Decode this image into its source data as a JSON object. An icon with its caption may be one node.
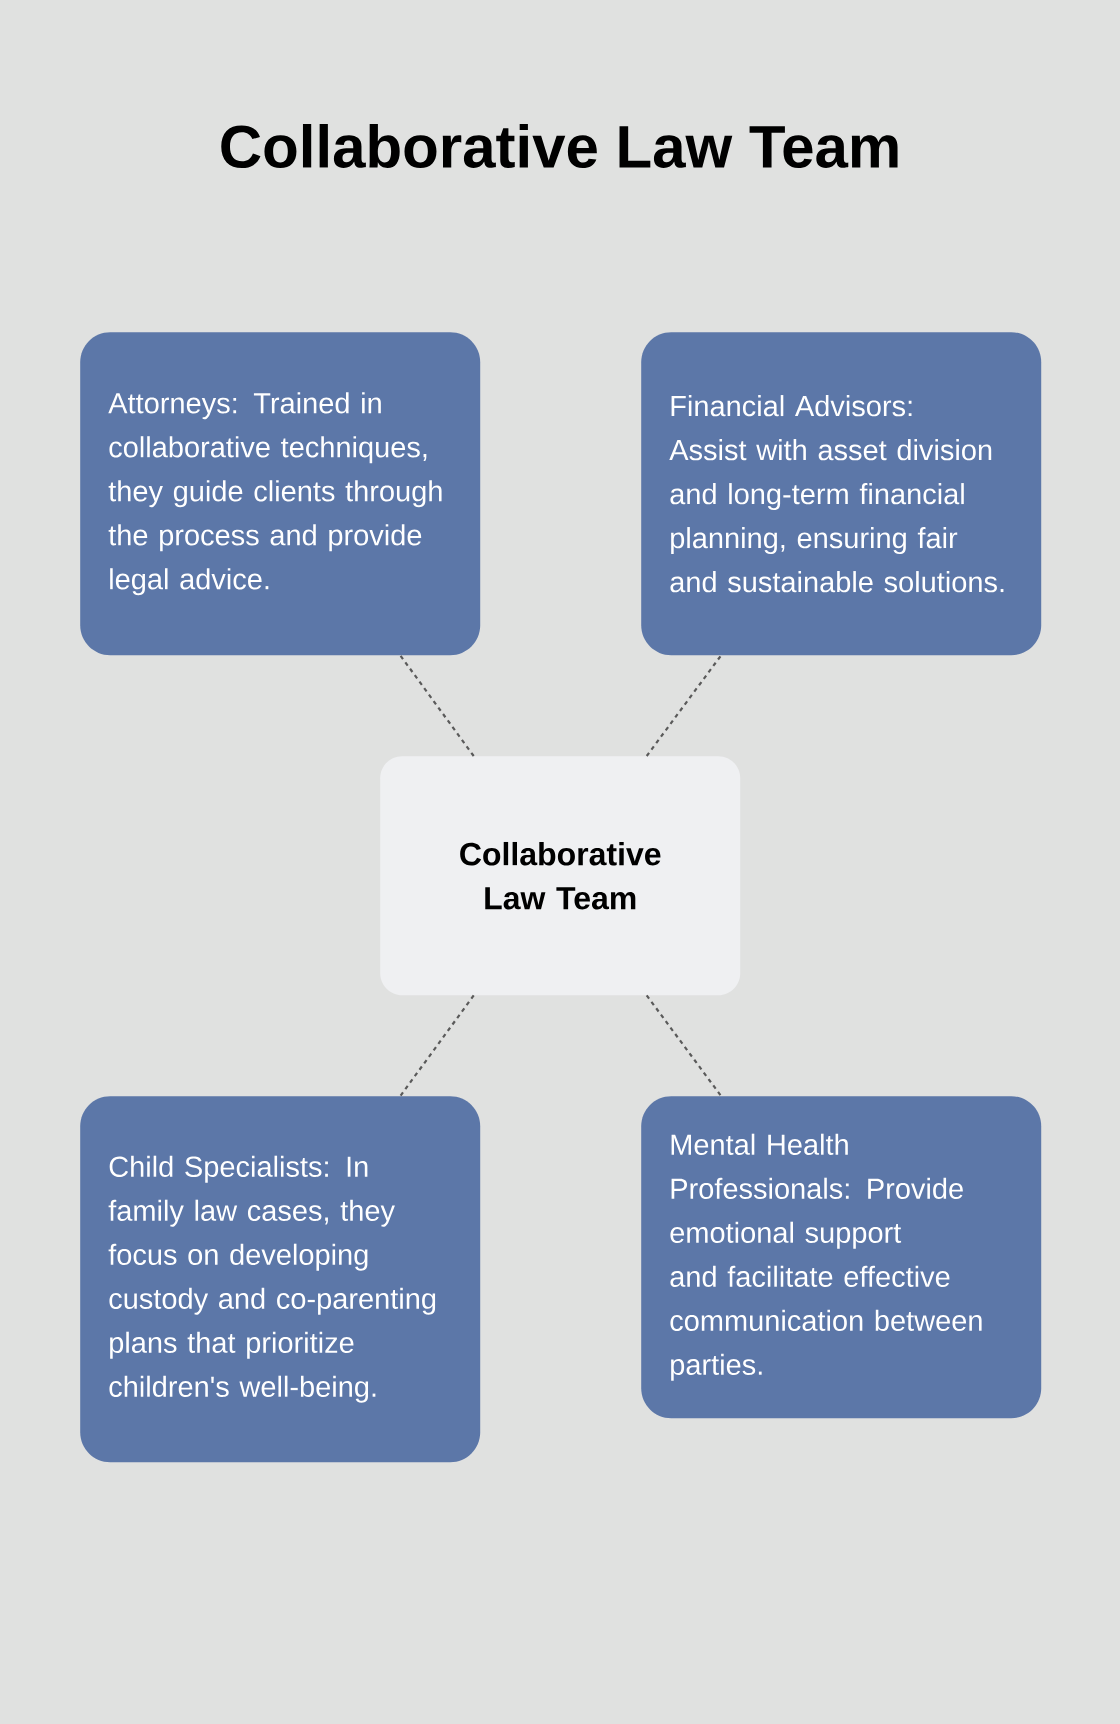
{
  "diagram": {
    "title": "Collaborative Law Team",
    "nodes": [
      {
        "text": [
          "Attorneys: Trained in collaborative techniques, they guide clients through the process and provide legal advice."
        ]
      },
      {
        "text": [
          "Financial Advisors: Assist with asset division and long-term financial planning, ensuring fair and sustainable solutions."
        ]
      },
      {
        "text": [
          "Collaborative Law Team"
        ]
      },
      {
        "text": [
          "Child Specialists: In family law cases, they focus on developing custody and co-parenting plans that prioritize children's well-being."
        ]
      },
      {
        "text": [
          "Mental Health Professionals: Provide emotional support and facilitate effective communication between parties."
        ]
      }
    ],
    "edges": [
      {
        "from": 2,
        "to": 0,
        "arrow": "none",
        "style": "dashed"
      },
      {
        "from": 2,
        "to": 1,
        "arrow": "none",
        "style": "dashed"
      },
      {
        "from": 2,
        "to": 3,
        "arrow": "none",
        "style": "dashed"
      },
      {
        "from": 2,
        "to": 4,
        "arrow": "none",
        "style": "dashed"
      }
    ]
  }
}
